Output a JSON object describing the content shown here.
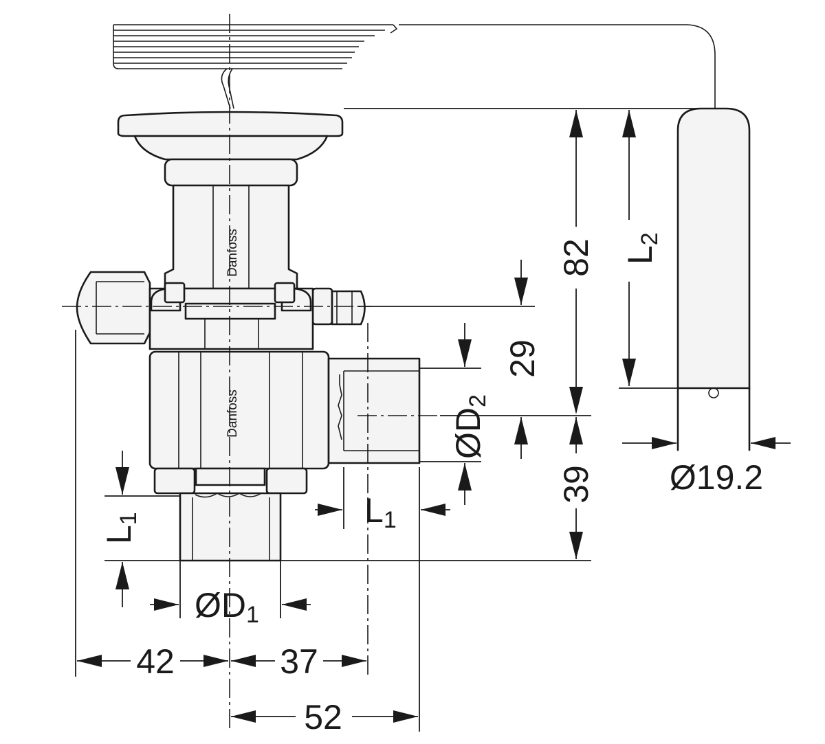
{
  "brand": {
    "upper": "Danfoss",
    "lower": "Danfoss"
  },
  "dimensions": {
    "width_left": "42",
    "width_mid": "37",
    "width_outlet": "52",
    "height_total": "82",
    "height_outlet": "39",
    "height_inlet": "29",
    "bulb_diameter": "Ø19.2"
  },
  "labels": {
    "L2_main": "L",
    "L2_sub": "2",
    "L1_left_main": "L",
    "L1_left_sub": "1",
    "L1_right_main": "L",
    "L1_right_sub": "1",
    "D1_main": "ØD",
    "D1_sub": "1",
    "D2_main": "ØD",
    "D2_sub": "2"
  }
}
